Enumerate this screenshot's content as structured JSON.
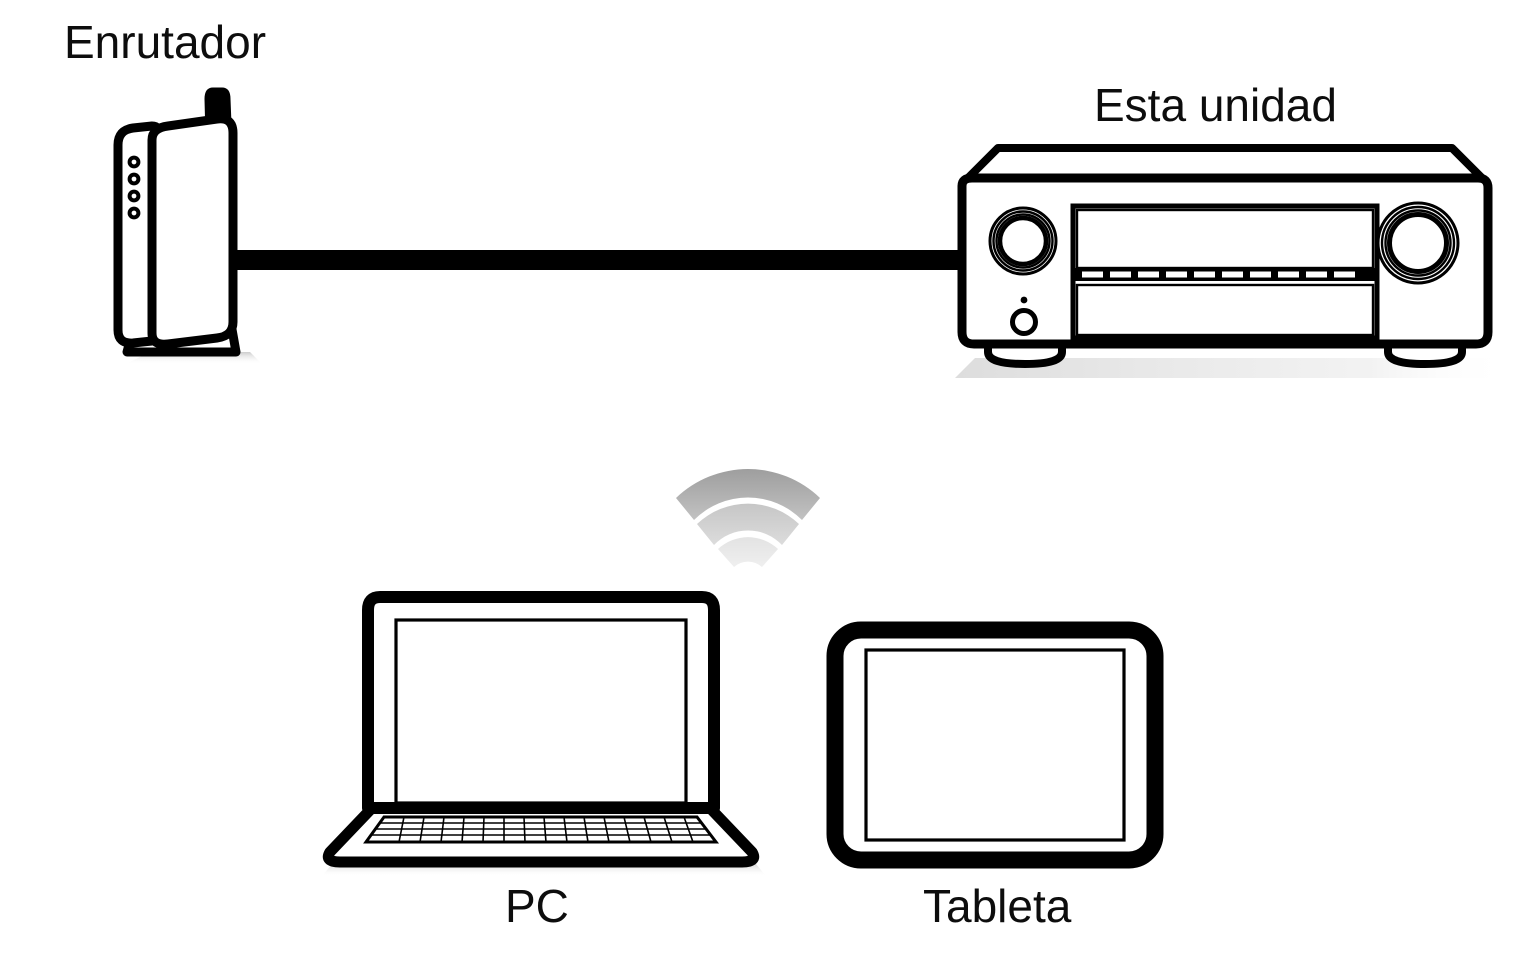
{
  "diagram": {
    "title": "Conexion de red - Esta unidad",
    "type": "network-connection-diagram",
    "background_color": "#ffffff",
    "line_color": "#000000",
    "shadow_color": "#d9d9d9",
    "wifi_colors": [
      "#a9a9a9",
      "#cfcfcf",
      "#e9e9e9"
    ]
  },
  "labels": {
    "router": "Enrutador",
    "receiver": "Esta unidad",
    "pc": "PC",
    "tablet": "Tableta"
  },
  "nodes": [
    {
      "id": "router",
      "label": "Enrutador",
      "kind": "wireless-router"
    },
    {
      "id": "receiver",
      "label": "Esta unidad",
      "kind": "av-receiver"
    },
    {
      "id": "pc",
      "label": "PC",
      "kind": "laptop-computer"
    },
    {
      "id": "tablet",
      "label": "Tableta",
      "kind": "tablet-device"
    }
  ],
  "connections": [
    {
      "from": "router",
      "to": "receiver",
      "medium": "wired-ethernet-cable"
    },
    {
      "from": "pc",
      "to": "router",
      "medium": "wireless-wifi"
    },
    {
      "from": "tablet",
      "to": "router",
      "medium": "wireless-wifi"
    }
  ],
  "receiver_front_panel": {
    "left_knob": "rotary-knob",
    "right_knob": "volume-knob",
    "power_button": "power-button",
    "power_indicator": "power-led",
    "display": "front-display-panel",
    "segment_count": 10,
    "feet": 2
  },
  "router_front_panel": {
    "led_count": 4,
    "antenna": 1
  }
}
